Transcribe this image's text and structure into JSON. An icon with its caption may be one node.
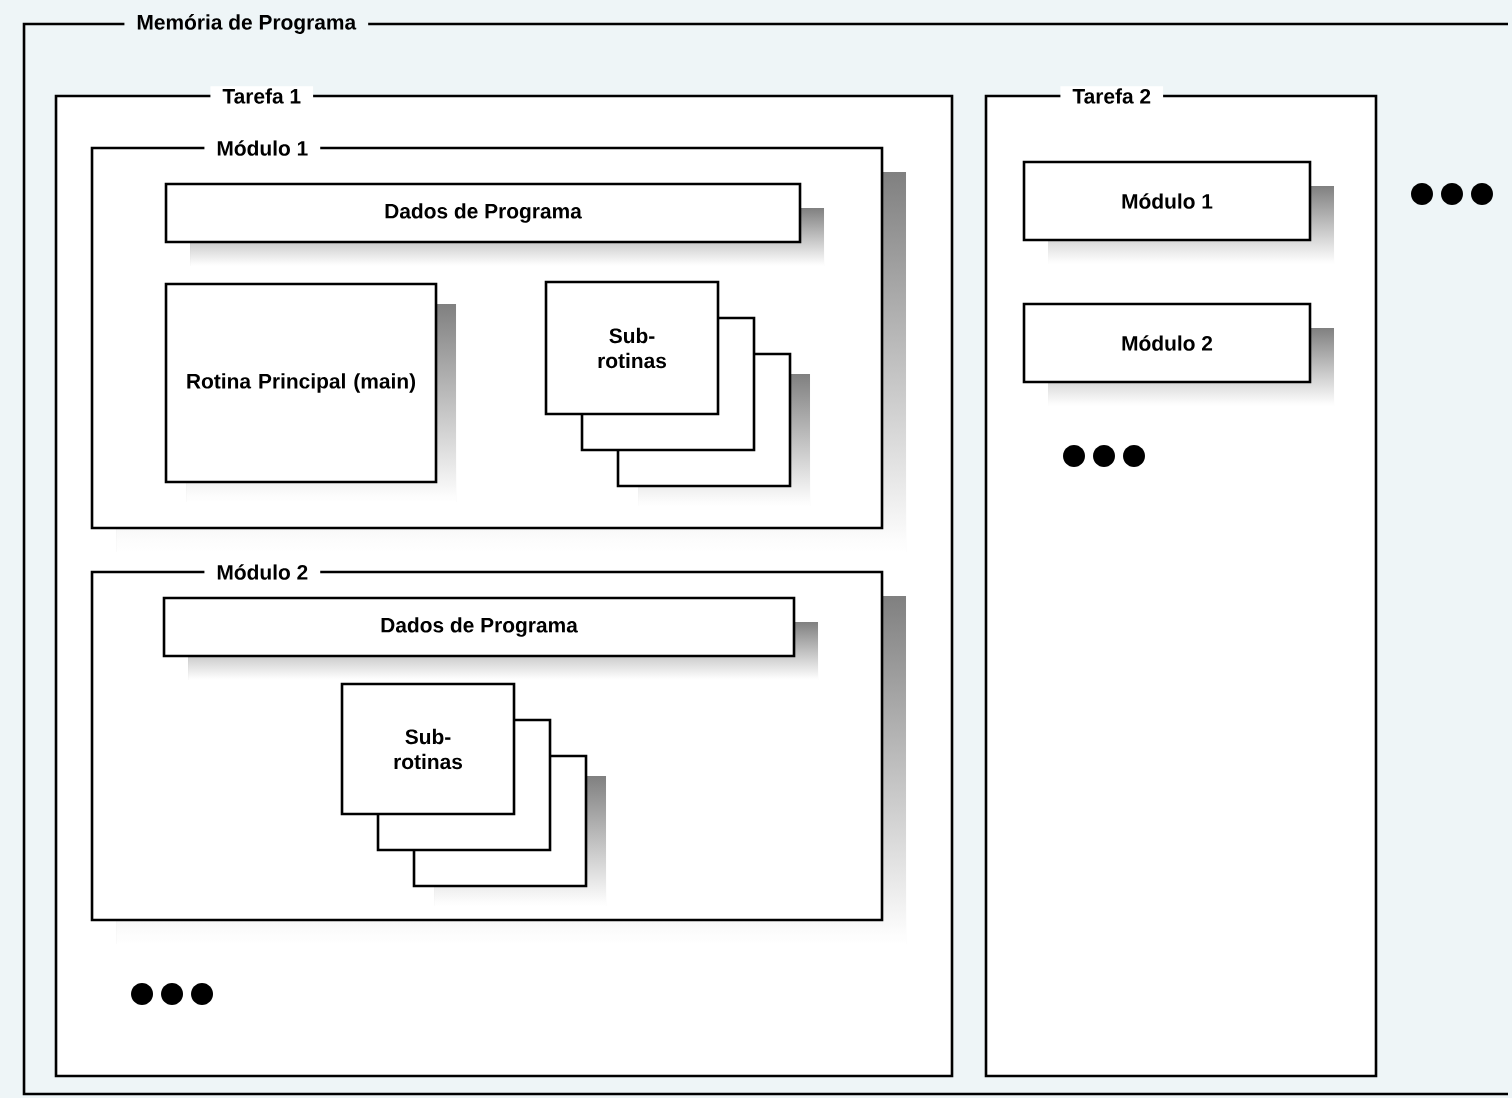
{
  "diagram": {
    "nodes": [
      {
        "text": [
          "Memória de Programa"
        ]
      },
      {
        "text": [
          "Tarefa 1"
        ],
        "in": 0
      },
      {
        "text": [
          "Módulo 1"
        ],
        "in": 1
      },
      {
        "text": [
          "Dados de Programa"
        ],
        "in": 2
      },
      {
        "text": [
          "Rotina Principal (main)"
        ],
        "in": 2
      },
      {
        "text": [
          "Sub- rotinas"
        ],
        "in": 2
      },
      {
        "text": [
          "Módulo 2"
        ],
        "in": 1
      },
      {
        "text": [
          "Dados de Programa"
        ],
        "in": 6
      },
      {
        "text": [
          "Sub- rotinas"
        ],
        "in": 6
      },
      {
        "text": [
          "Tarefa 2"
        ],
        "in": 0
      },
      {
        "text": [
          "Módulo 1"
        ],
        "in": 9
      },
      {
        "text": [
          "Módulo 2"
        ],
        "in": 9
      }
    ]
  }
}
